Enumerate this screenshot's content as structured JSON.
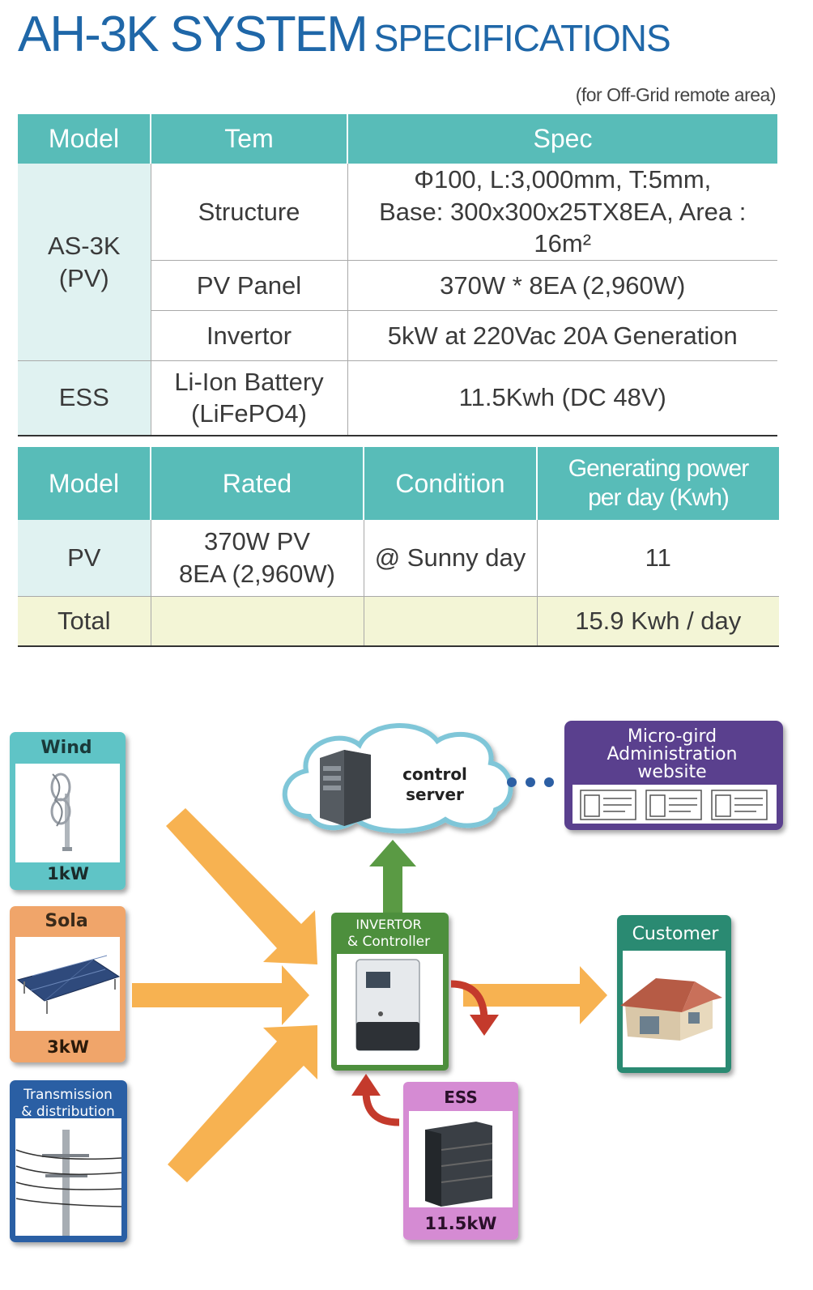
{
  "header": {
    "title_main": "AH-3K SYSTEM",
    "title_sub": "SPECIFICATIONS",
    "note": "(for Off-Grid remote area)"
  },
  "spec_table": {
    "headers": [
      "Model",
      "Tem",
      "Spec"
    ],
    "pv_model_line1": "AS-3K",
    "pv_model_line2": "(PV)",
    "rows": [
      {
        "item": "Structure",
        "spec_line1": "Φ100, L:3,000mm, T:5mm,",
        "spec_line2": "Base: 300x300x25TX8EA, Area : 16m²"
      },
      {
        "item": "PV Panel",
        "spec": "370W * 8EA (2,960W)"
      },
      {
        "item": "Invertor",
        "spec": "5kW at 220Vac 20A Generation"
      }
    ],
    "ess_model": "ESS",
    "ess_item_line1": "Li-Ion Battery",
    "ess_item_line2": "(LiFePO4)",
    "ess_spec": "11.5Kwh (DC 48V)"
  },
  "gen_table": {
    "headers": [
      "Model",
      "Rated",
      "Condition"
    ],
    "header_gen_line1": "Generating power",
    "header_gen_line2": "per day (Kwh)",
    "pv_row": {
      "model": "PV",
      "rated_line1": "370W PV",
      "rated_line2": "8EA (2,960W)",
      "condition": "@ Sunny day",
      "power": "11"
    },
    "total_row": {
      "model": "Total",
      "rated": "",
      "condition": "",
      "power": "15.9 Kwh / day"
    }
  },
  "diagram": {
    "wind": {
      "title": "Wind",
      "value": "1kW",
      "color": "#5ec4c6"
    },
    "sola": {
      "title": "Sola",
      "value": "3kW",
      "color": "#f0a56a"
    },
    "transmission": {
      "title_line1": "Transmission",
      "title_line2": "& distribution",
      "color": "#2c5fa4"
    },
    "control_server": {
      "line1": "control",
      "line2": "server"
    },
    "microgrid": {
      "line1": "Micro-gird",
      "line2": "Administration",
      "line3": "website",
      "color": "#5a3f8e"
    },
    "inverter": {
      "line1": "INVERTOR",
      "line2": "& Controller",
      "color": "#4d8f3e"
    },
    "ess": {
      "title": "ESS",
      "value": "11.5kW",
      "color": "#d58bd3"
    },
    "customer": {
      "title": "Customer",
      "color": "#2a8a72"
    },
    "arrow_orange": "#f7b251",
    "arrow_green": "#5a9a44",
    "arrow_red": "#c43a2c"
  }
}
